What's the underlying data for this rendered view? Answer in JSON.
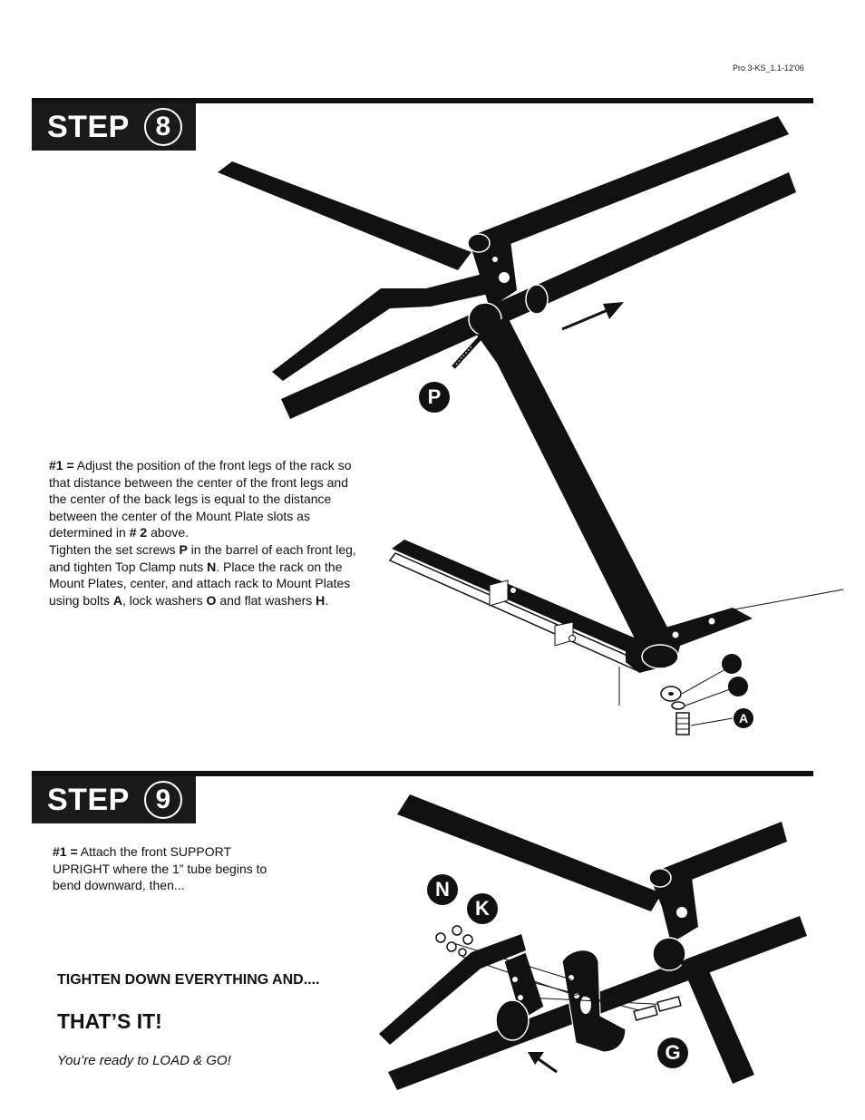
{
  "header": {
    "doc_code": "Pro 3-KS_1.1-12'06"
  },
  "step8": {
    "word": "STEP",
    "number": "8",
    "text": {
      "p1_label": "#1 =",
      "p1_a": " Adjust the position of the front legs of the rack so that distance between the center of the front legs and the center of the back legs is equal to the distance between the center of the Mount Plate slots as determined in ",
      "p1_ref": "# 2",
      "p1_b": " above.",
      "p2_a": "Tighten the set screws ",
      "p2_p": "P",
      "p2_b": " in the barrel of each front leg, and tighten Top Clamp nuts ",
      "p2_n": "N",
      "p2_c": ". Place the rack on the Mount Plates, center, and attach rack to Mount Plates using bolts ",
      "p2_a_part": "A",
      "p2_d": ", lock washers ",
      "p2_o": "O",
      "p2_e": " and flat washers ",
      "p2_h": "H",
      "p2_f": "."
    },
    "callouts": {
      "p": "P",
      "a": "A"
    }
  },
  "step9": {
    "word": "STEP",
    "number": "9",
    "text": {
      "label": "#1 =",
      "body": "  Attach the front SUPPORT UPRIGHT where the 1” tube begins to bend downward, then..."
    },
    "callouts": {
      "n": "N",
      "k": "K",
      "g": "G"
    }
  },
  "closing": {
    "headline1": "TIGHTEN DOWN EVERYTHING AND....",
    "headline2": "THAT’S IT!",
    "tagline": "You’re ready to LOAD & GO!"
  }
}
